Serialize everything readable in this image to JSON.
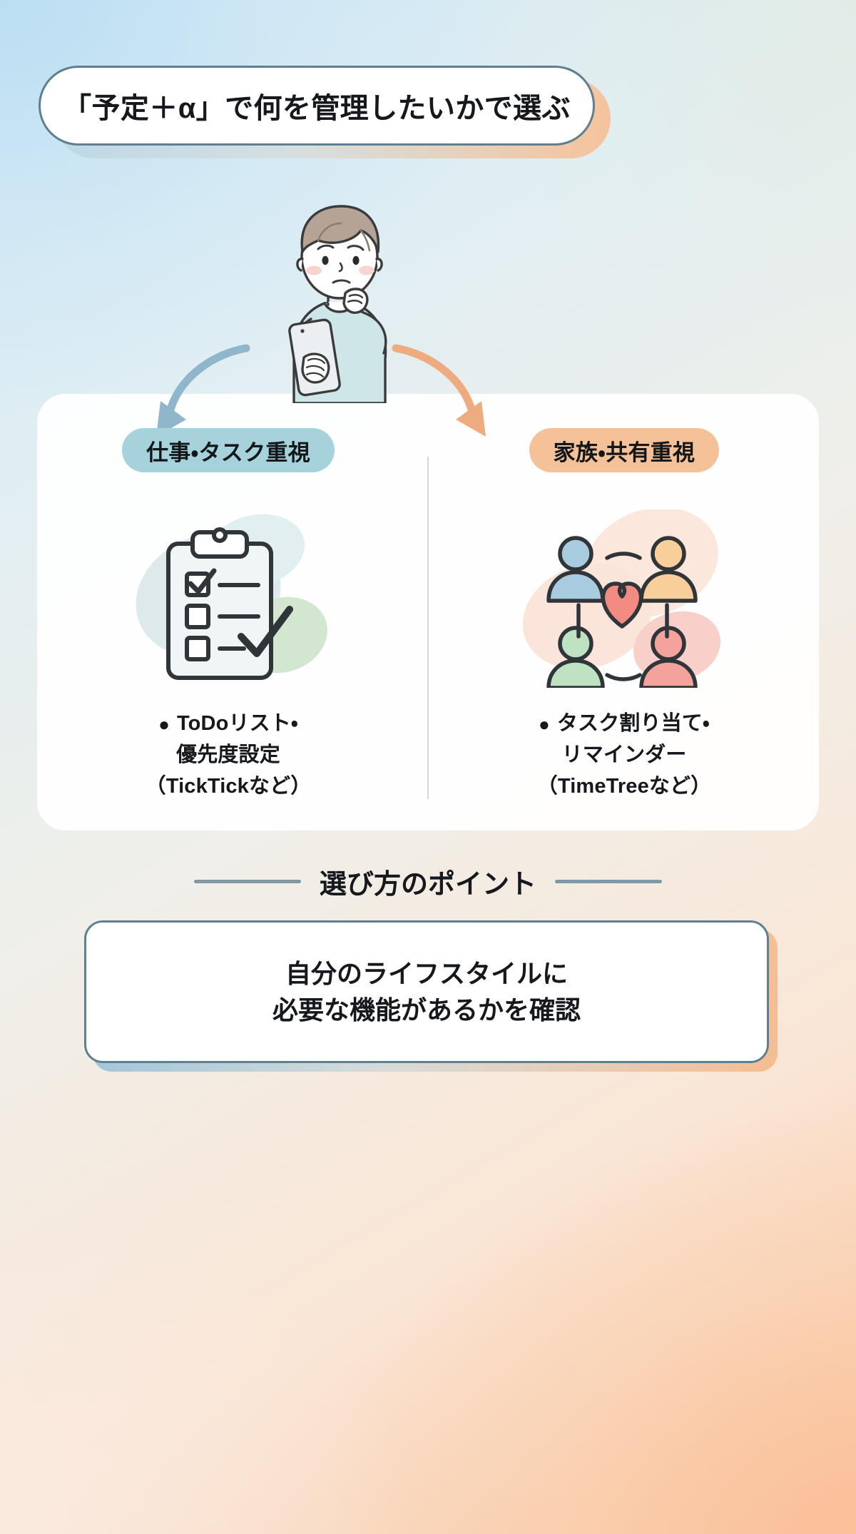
{
  "title": {
    "text": "「予定＋α」で何を管理したいかで選ぶ"
  },
  "illustration": {
    "label": "thinking-person-with-smartphone"
  },
  "arrows": {
    "left_label": "arrow-to-work-column",
    "right_label": "arrow-to-family-column"
  },
  "columns": [
    {
      "id": "work",
      "pill_label": "仕事・タスク重視",
      "pill_color": "#a5d2db",
      "icon": "checklist-clipboard-icon",
      "bullet_lines": [
        "ToDoリスト・",
        "優先度設定",
        "（TickTickなど）"
      ]
    },
    {
      "id": "family",
      "pill_label": "家族・共有重視",
      "pill_color": "#f4c198",
      "icon": "family-sharing-heart-icon",
      "bullet_lines": [
        "タスク割り当て・",
        "リマインダー",
        "（TimeTreeなど）"
      ]
    }
  ],
  "bottom": {
    "heading": "選び方のポイント",
    "lines": [
      "自分のライフスタイルに",
      "必要な機能があるかを確認"
    ]
  },
  "colors": {
    "accent_blue": "#a5d2db",
    "accent_peach": "#f4c198",
    "border": "#5f7f91",
    "text": "#15181c",
    "heart": "#f28b82"
  }
}
